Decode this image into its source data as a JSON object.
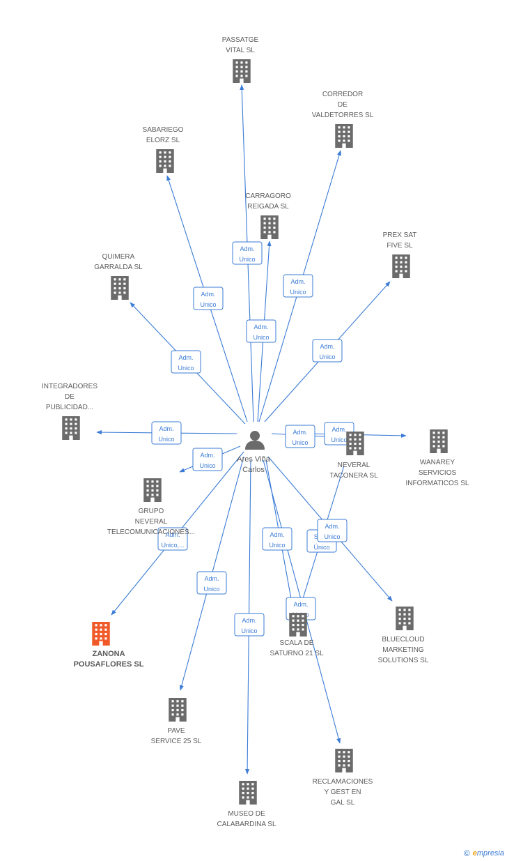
{
  "center": {
    "name_lines": [
      "Ares Viña",
      "Carlos"
    ]
  },
  "colors": {
    "edge": "#3a7bd5",
    "building": "#6b6b6b",
    "highlight": "#f05a28"
  },
  "companies": [
    {
      "id": "passatge",
      "lines": [
        "PASSATGE",
        "VITAL SL"
      ]
    },
    {
      "id": "corredor",
      "lines": [
        "CORREDOR",
        "DE",
        "VALDETORRES SL"
      ]
    },
    {
      "id": "sabariego",
      "lines": [
        "SABARIEGO",
        "ELORZ SL"
      ]
    },
    {
      "id": "carragoro",
      "lines": [
        "CARRAGORO",
        "REIGADA SL"
      ]
    },
    {
      "id": "prex",
      "lines": [
        "PREX SAT",
        "FIVE SL"
      ]
    },
    {
      "id": "quimera",
      "lines": [
        "QUIMERA",
        "GARRALDA SL"
      ]
    },
    {
      "id": "integradores",
      "lines": [
        "INTEGRADORES",
        "DE",
        "PUBLICIDAD..."
      ]
    },
    {
      "id": "neveral",
      "lines": [
        "NEVERAL",
        "TACONERA SL"
      ]
    },
    {
      "id": "wanarey",
      "lines": [
        "WANAREY",
        "SERVICIOS",
        "INFORMATICOS SL"
      ]
    },
    {
      "id": "grupo",
      "lines": [
        "GRUPO",
        "NEVERAL",
        "TELECOMUNICACIONES..."
      ]
    },
    {
      "id": "zanona",
      "lines": [
        "ZANONA",
        "POUSAFLORES SL"
      ],
      "highlight": true
    },
    {
      "id": "scala",
      "lines": [
        "SCALA DE",
        "SATURNO 21 SL"
      ]
    },
    {
      "id": "bluecloud",
      "lines": [
        "BLUECLOUD",
        "MARKETING",
        "SOLUTIONS SL"
      ]
    },
    {
      "id": "pave",
      "lines": [
        "PAVE",
        "SERVICE 25 SL"
      ]
    },
    {
      "id": "reclamaciones",
      "lines": [
        "RECLAMACIONES",
        "Y GEST EN",
        "GAL  SL"
      ]
    },
    {
      "id": "museo",
      "lines": [
        "MUSEO DE",
        "CALABARDINA SL"
      ]
    }
  ],
  "edge_labels": [
    {
      "id": "e-passatge",
      "lines": [
        "Adm.",
        "Unico"
      ]
    },
    {
      "id": "e-sabariego",
      "lines": [
        "Adm.",
        "Unico"
      ]
    },
    {
      "id": "e-carragoro",
      "lines": [
        "Adm.",
        "Unico"
      ]
    },
    {
      "id": "e-corredor",
      "lines": [
        "Adm.",
        "Unico"
      ]
    },
    {
      "id": "e-quimera",
      "lines": [
        "Adm.",
        "Unico"
      ]
    },
    {
      "id": "e-prex",
      "lines": [
        "Adm.",
        "Unico"
      ]
    },
    {
      "id": "e-integradores",
      "lines": [
        "Adm.",
        "Unico"
      ]
    },
    {
      "id": "e-neveral",
      "lines": [
        "Adm.",
        "Unico"
      ]
    },
    {
      "id": "e-wanarey",
      "lines": [
        "Adm.",
        "Unico"
      ]
    },
    {
      "id": "e-grupo",
      "lines": [
        "Adm.",
        "Unico"
      ]
    },
    {
      "id": "e-zanona",
      "lines": [
        "Adm.",
        "Unico,..."
      ]
    },
    {
      "id": "e-pave",
      "lines": [
        "Adm.",
        "Unico"
      ]
    },
    {
      "id": "e-museo",
      "lines": [
        "Adm.",
        "Unico"
      ]
    },
    {
      "id": "e-reclamaciones",
      "lines": [
        "Adm.",
        "Unico"
      ]
    },
    {
      "id": "e-scala-socio",
      "lines": [
        "Socio",
        "Único"
      ]
    },
    {
      "id": "e-bluecloud",
      "lines": [
        "Adm.",
        "Unico"
      ]
    },
    {
      "id": "e-scala",
      "lines": [
        "Adm.",
        "Unico"
      ]
    }
  ],
  "brand": {
    "copyright": "©",
    "initial": "e",
    "name": "mpresia"
  }
}
